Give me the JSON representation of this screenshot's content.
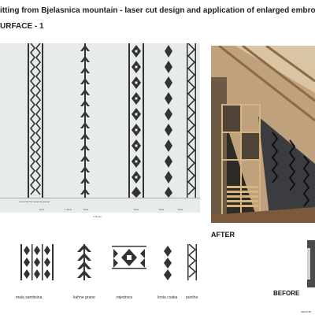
{
  "page": {
    "title": "itting from Bjelasnica mountain - laser cut design and application of enlarged embroidery patterns on concrete surfac",
    "subtitle": "URFACE - 1"
  },
  "panel": {
    "labels": [
      {
        "text": "ornamental spacing panel"
      },
      {
        "text": "Grid"
      },
      {
        "text": "1 Row"
      },
      {
        "text": "Row"
      },
      {
        "text": "Row"
      },
      {
        "text": "Row"
      },
      {
        "text": "Row"
      }
    ],
    "total": "4 Rows"
  },
  "photos": {
    "after_label": "AFTER",
    "before_label": "BEFORE",
    "credit": "ARCHITE"
  },
  "patterns": [
    {
      "name": "mala samitsina"
    },
    {
      "name": "kahne grane"
    },
    {
      "name": "mjednica"
    },
    {
      "name": "krsta cvaka"
    },
    {
      "name": "puniha"
    }
  ]
}
